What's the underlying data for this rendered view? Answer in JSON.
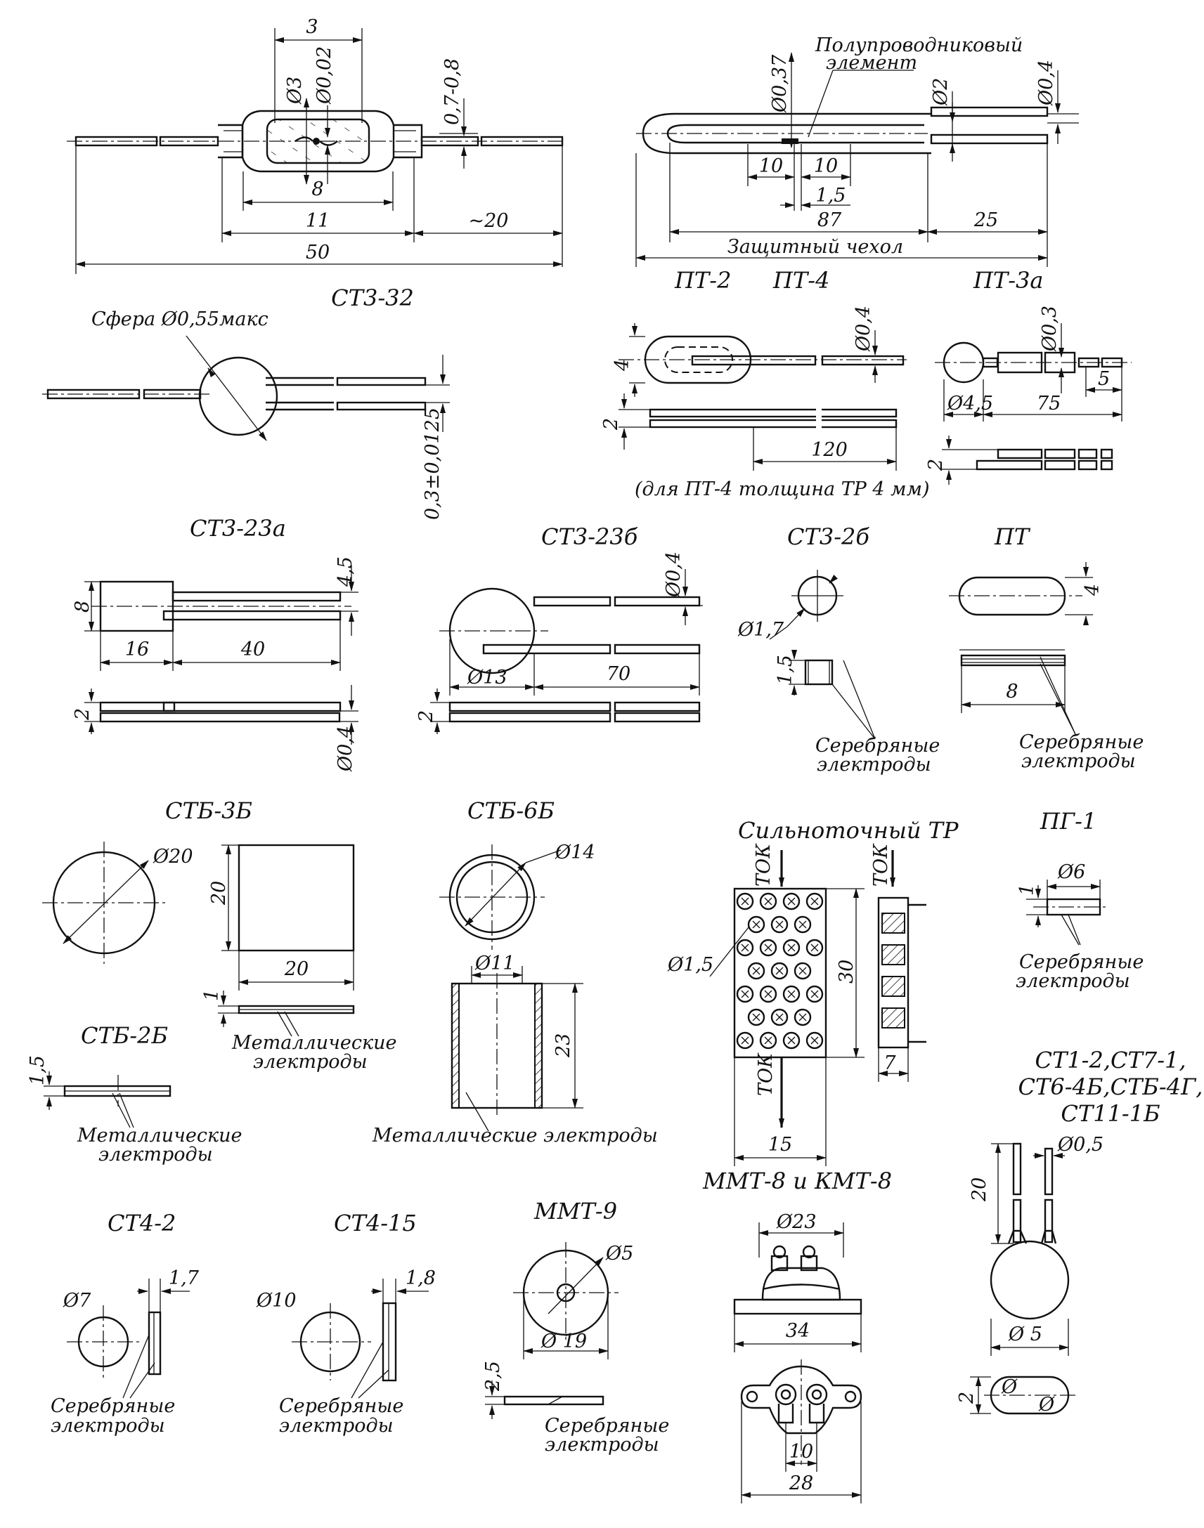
{
  "labels": {
    "ct3_32": "СТ3-32",
    "pt2": "ПТ-2",
    "pt4": "ПТ-4",
    "pt3a": "ПТ-3а",
    "ct3_23a": "СТ3-23а",
    "ct3_23b": "СТ3-23б",
    "ct3_2b": "СТ3-2б",
    "pt": "ПТ",
    "ctb_3b": "СТБ-3Б",
    "ctb_6b": "СТБ-6Б",
    "high_current": "Сильноточный ТР",
    "pg1": "ПГ-1",
    "ctb_2b": "СТБ-2Б",
    "ct1_group_l1": "СТ1-2,СТ7-1,",
    "ct1_group_l2": "СТ6-4Б,СТБ-4Г,",
    "ct1_group_l3": "СТ11-1Б",
    "mmt8": "ММТ-8 и КМТ-8",
    "ct4_2": "СТ4-2",
    "ct4_15": "СТ4-15",
    "mmt9": "ММТ-9"
  },
  "notes": {
    "semiconductor_l1": "Полупроводниковый",
    "semiconductor_l2": "элемент",
    "protective_cover": "Защитный чехол",
    "sphere": "Сфера Ø0,55макс",
    "pt4_thickness": "(для ПТ-4 толщина ТР 4 мм)",
    "silver_l1": "Серебряные",
    "silver_l2": "электроды",
    "metal_l1": "Металлические",
    "metal_l2": "электроды",
    "metal_one_line": "Металлические электроды",
    "current": "ТОК"
  },
  "dims": {
    "d3": "3",
    "d_dia3": "Ø3",
    "d_dia002": "Ø0,02",
    "d07": "0,7-0,8",
    "d8": "8",
    "d11": "11",
    "d20a": "~20",
    "d50": "50",
    "d_dia037": "Ø0,37",
    "d_dia2": "Ø2",
    "d_dia04": "Ø0,4",
    "d10": "10",
    "d15": "1,5",
    "d87": "87",
    "d25": "25",
    "d_ser": "0,3±0,0125",
    "d4": "4",
    "d2": "2",
    "d120": "120",
    "d_dia03": "Ø0,3",
    "d_dia45": "Ø4,5",
    "d75": "75",
    "d5": "5",
    "d45": "4,5",
    "d16": "16",
    "d40": "40",
    "d_dia13": "Ø13",
    "d70": "70",
    "d_dia17": "Ø1,7",
    "d_dia20": "Ø20",
    "d20": "20",
    "d1": "1",
    "d_dia14": "Ø14",
    "d_dia11": "Ø11",
    "d23": "23",
    "d_dia15": "Ø1,5",
    "d30": "30",
    "d7": "7",
    "d15b": "15",
    "d_dia6": "Ø6",
    "d_dia05": "Ø0,5",
    "d_dia5": "Ø 5",
    "d_dia": "Ø",
    "d_dia23": "Ø23",
    "d34": "34",
    "d28": "28",
    "d_dia7": "Ø7",
    "d17": "1,7",
    "d_dia10": "Ø10",
    "d18": "1,8",
    "d_dia5b": "Ø5",
    "d_dia19": "Ø 19",
    "d25b": "2,5"
  }
}
